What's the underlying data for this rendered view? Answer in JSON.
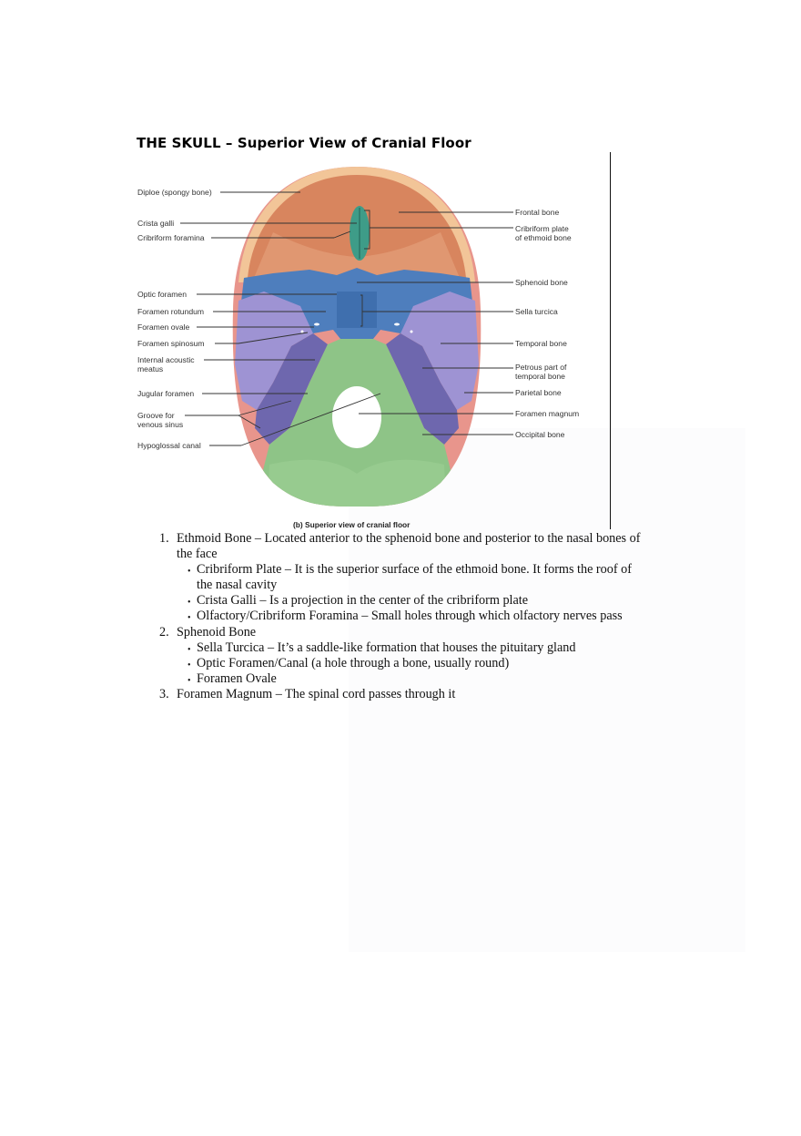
{
  "document": {
    "title": "THE SKULL – Superior View of Cranial Floor",
    "figure": {
      "caption": "(b) Superior view of cranial floor",
      "labels_left": [
        {
          "id": "diploe",
          "text": "Diploe (spongy bone)"
        },
        {
          "id": "crista-galli",
          "text": "Crista galli"
        },
        {
          "id": "cribriform-foramina",
          "text": "Cribriform foramina"
        },
        {
          "id": "optic-foramen",
          "text": "Optic foramen"
        },
        {
          "id": "foramen-rotundum",
          "text": "Foramen rotundum"
        },
        {
          "id": "foramen-ovale",
          "text": "Foramen ovale"
        },
        {
          "id": "foramen-spinosum",
          "text": "Foramen spinosum"
        },
        {
          "id": "internal-acoustic-meatus",
          "text": "Internal acoustic",
          "text2": "meatus"
        },
        {
          "id": "jugular-foramen",
          "text": "Jugular foramen"
        },
        {
          "id": "groove-venous-sinus",
          "text": "Groove for",
          "text2": "venous sinus"
        },
        {
          "id": "hypoglossal-canal",
          "text": "Hypoglossal canal"
        }
      ],
      "labels_right": [
        {
          "id": "frontal-bone",
          "text": "Frontal bone"
        },
        {
          "id": "cribriform-plate",
          "text": "Cribriform plate",
          "text2": "of ethmoid bone"
        },
        {
          "id": "sphenoid-bone",
          "text": "Sphenoid bone"
        },
        {
          "id": "sella-turcica",
          "text": "Sella turcica"
        },
        {
          "id": "temporal-bone",
          "text": "Temporal bone"
        },
        {
          "id": "petrous-part",
          "text": "Petrous part of",
          "text2": "temporal bone"
        },
        {
          "id": "parietal-bone",
          "text": "Parietal bone"
        },
        {
          "id": "foramen-magnum",
          "text": "Foramen magnum"
        },
        {
          "id": "occipital-bone",
          "text": "Occipital bone"
        }
      ],
      "colors": {
        "frontal": "#d9875f",
        "diploe": "#f3c79a",
        "ethmoid": "#3f9e8a",
        "sphenoid": "#4f7fbf",
        "temporal": "#9d92d2",
        "petrous": "#6f68b0",
        "parietal": "#e48e86",
        "occipital": "#8fc488"
      }
    },
    "list": [
      {
        "number": "1.",
        "text": "Ethmoid Bone – Located anterior to the sphenoid bone and posterior to the nasal bones of",
        "text_cont": "the face",
        "bullets": [
          {
            "text": "Cribriform Plate – It is the superior surface of the ethmoid bone. It forms the roof of",
            "text_cont": "the nasal cavity"
          },
          {
            "text": "Crista Galli – Is a projection in the center of the cribriform plate"
          },
          {
            "text": "Olfactory/Cribriform Foramina – Small holes through which olfactory nerves pass"
          }
        ]
      },
      {
        "number": "2.",
        "text": "Sphenoid Bone",
        "bullets": [
          {
            "text": "Sella Turcica – It’s a saddle-like formation that houses the pituitary gland"
          },
          {
            "text": "Optic Foramen/Canal (a hole through a bone, usually round)"
          },
          {
            "text": "Foramen Ovale"
          }
        ]
      },
      {
        "number": "3.",
        "text": "Foramen Magnum – The spinal cord passes through it",
        "bullets": []
      }
    ],
    "bullet_glyph": "•"
  }
}
